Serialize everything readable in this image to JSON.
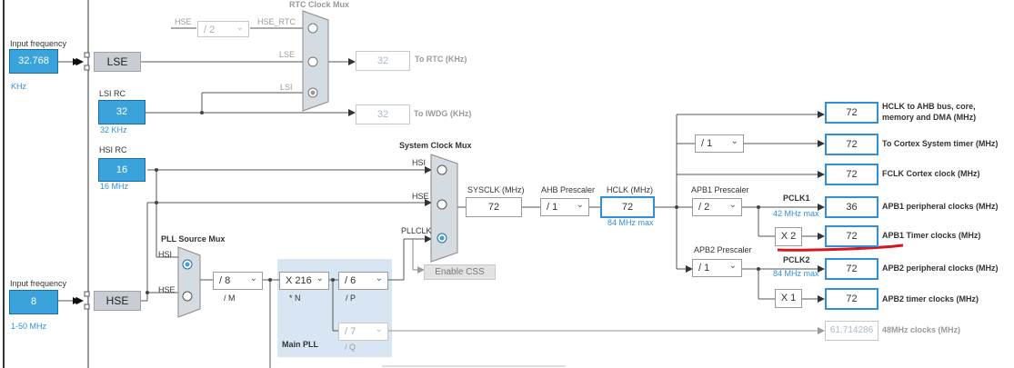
{
  "rtc_mux": {
    "title": "RTC Clock Mux",
    "hse_label": "HSE",
    "hse_div": "/ 2",
    "hse_rtc": "HSE_RTC",
    "lse": "LSE",
    "lsi": "LSI"
  },
  "input_lse": {
    "label": "Input frequency",
    "value": "32.768",
    "unit": "KHz"
  },
  "lse_button": "LSE",
  "rtc_out": {
    "value": "32",
    "label": "To RTC (KHz)"
  },
  "lsi": {
    "title": "LSI RC",
    "value": "32",
    "unit": "32 KHz"
  },
  "iwdg_out": {
    "value": "32",
    "label": "To IWDG (KHz)"
  },
  "hsi": {
    "title": "HSI RC",
    "value": "16",
    "unit": "16 MHz"
  },
  "sysclk_mux": {
    "title": "System Clock Mux",
    "hsi": "HSI",
    "hse": "HSE",
    "pllclk": "PLLCLK"
  },
  "enable_css": "Enable CSS",
  "sysclk": {
    "label": "SYSCLK (MHz)",
    "value": "72"
  },
  "ahb": {
    "label": "AHB Prescaler",
    "value": "/ 1"
  },
  "hclk": {
    "label": "HCLK (MHz)",
    "value": "72",
    "max": "84 MHz max"
  },
  "apb1": {
    "label": "APB1 Prescaler",
    "value": "/ 2",
    "pclk": "PCLK1",
    "max": "42 MHz max",
    "multiplier": "X 2"
  },
  "apb2": {
    "label": "APB2 Prescaler",
    "value": "/ 1",
    "pclk": "PCLK2",
    "max": "84 MHz max",
    "multiplier": "X 1"
  },
  "cortex_div": "/ 1",
  "outputs": [
    {
      "value": "72",
      "label": "HCLK to AHB bus, core,",
      "label2": "memory and DMA (MHz)"
    },
    {
      "value": "72",
      "label": "To Cortex System timer (MHz)"
    },
    {
      "value": "72",
      "label": "FCLK Cortex clock (MHz)"
    },
    {
      "value": "36",
      "label": "APB1 peripheral clocks (MHz)"
    },
    {
      "value": "72",
      "label": "APB1 Timer clocks (MHz)"
    },
    {
      "value": "72",
      "label": "APB2 peripheral clocks (MHz)"
    },
    {
      "value": "72",
      "label": "APB2 timer clocks (MHz)"
    }
  ],
  "usb_out": {
    "value": "61.714286",
    "label": "48MHz clocks (MHz)"
  },
  "pll_source": {
    "title": "PLL Source Mux",
    "hsi": "HSI",
    "hse": "HSE"
  },
  "input_hse": {
    "label": "Input frequency",
    "value": "8",
    "range": "1-50 MHz"
  },
  "hse_button": "HSE",
  "pll": {
    "title": "Main PLL",
    "m": "/ 8",
    "m_label": "/ M",
    "n": "X 216",
    "n_label": "* N",
    "p": "/ 6",
    "p_label": "/ P",
    "q": "/ 7",
    "q_label": "/ Q"
  },
  "colors": {
    "accent": "#3aa3dc",
    "output_border": "#2f8fd8",
    "annotation": "#d8141e",
    "pll_bg": "#d8e6f3"
  }
}
